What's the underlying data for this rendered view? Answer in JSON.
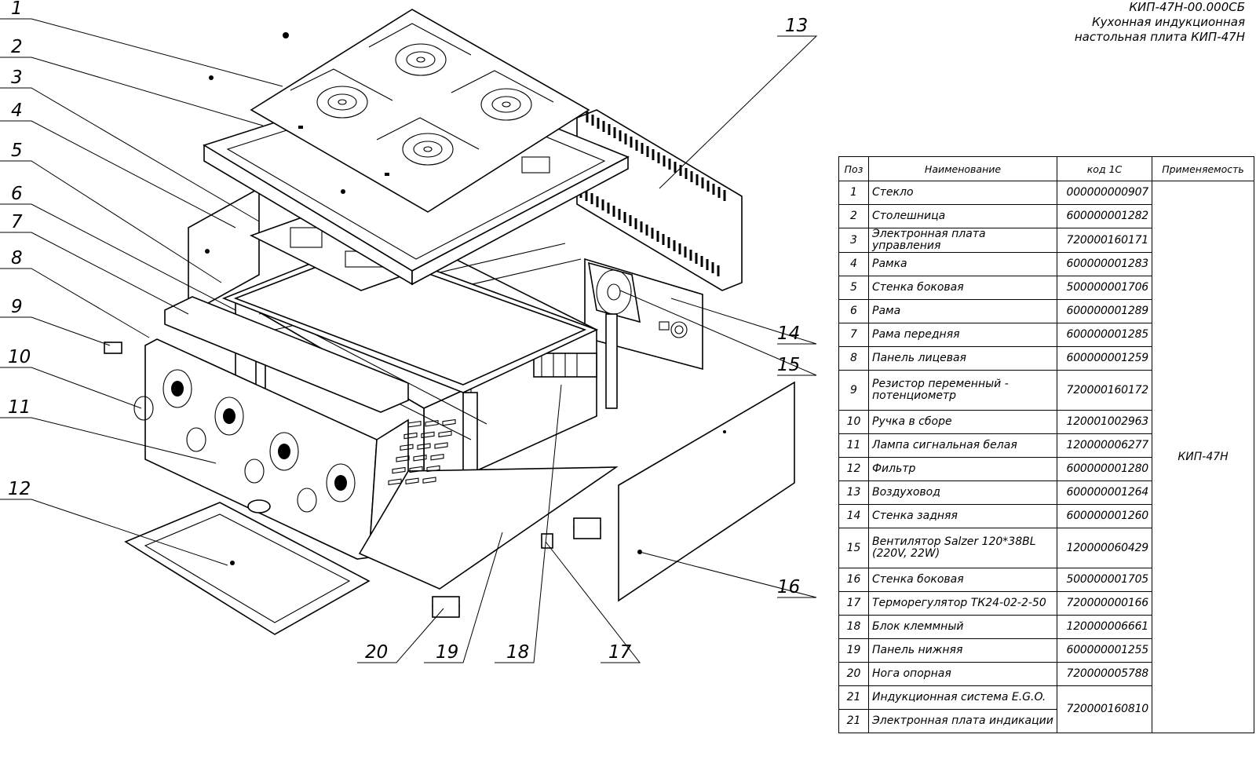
{
  "title_block": {
    "doc_code": "КИП-47Н-00.000СБ",
    "title_line1": "Кухонная индукционная",
    "title_line2": "настольная плита  КИП-47Н"
  },
  "table": {
    "headers": [
      "Поз",
      "Наименование",
      "код 1С",
      "Применяемость"
    ],
    "applicability": "КИП-47Н",
    "rows": [
      {
        "pos": "1",
        "name": "Стекло",
        "code": "000000000907"
      },
      {
        "pos": "2",
        "name": "Столешница",
        "code": "600000001282"
      },
      {
        "pos": "3",
        "name": "Электронная плата управления",
        "code": "720000160171"
      },
      {
        "pos": "4",
        "name": "Рамка",
        "code": "600000001283"
      },
      {
        "pos": "5",
        "name": "Стенка боковая",
        "code": "500000001706"
      },
      {
        "pos": "6",
        "name": "Рама",
        "code": "600000001289"
      },
      {
        "pos": "7",
        "name": "Рама передняя",
        "code": "600000001285"
      },
      {
        "pos": "8",
        "name": "Панель лицевая",
        "code": "600000001259"
      },
      {
        "pos": "9",
        "name": "Резистор переменный - потенциометр",
        "code": "720000160172"
      },
      {
        "pos": "10",
        "name": "Ручка в сборе",
        "code": "120001002963"
      },
      {
        "pos": "11",
        "name": "Лампа сигнальная белая",
        "code": "120000006277"
      },
      {
        "pos": "12",
        "name": "Фильтр",
        "code": "600000001280"
      },
      {
        "pos": "13",
        "name": "Воздуховод",
        "code": "600000001264"
      },
      {
        "pos": "14",
        "name": "Стенка задняя",
        "code": "600000001260"
      },
      {
        "pos": "15",
        "name": "Вентилятор Salzer 120*38BL (220V, 22W)",
        "code": "120000060429"
      },
      {
        "pos": "16",
        "name": "Стенка боковая",
        "code": "500000001705"
      },
      {
        "pos": "17",
        "name": "Терморегулятор ТК24-02-2-50",
        "code": "720000000166"
      },
      {
        "pos": "18",
        "name": "Блок клеммный",
        "code": "120000006661"
      },
      {
        "pos": "19",
        "name": "Панель нижняя",
        "code": "600000001255"
      },
      {
        "pos": "20",
        "name": "Нога опорная",
        "code": "720000005788"
      },
      {
        "pos": "21",
        "name": "Индукционная система E.G.O.",
        "code": "720000160810"
      },
      {
        "pos": "21",
        "name": "Электронная плата индикации",
        "code": ""
      }
    ]
  },
  "callouts": [
    "1",
    "2",
    "3",
    "4",
    "5",
    "6",
    "7",
    "8",
    "9",
    "10",
    "11",
    "12",
    "13",
    "14",
    "15",
    "16",
    "17",
    "18",
    "19",
    "20"
  ]
}
